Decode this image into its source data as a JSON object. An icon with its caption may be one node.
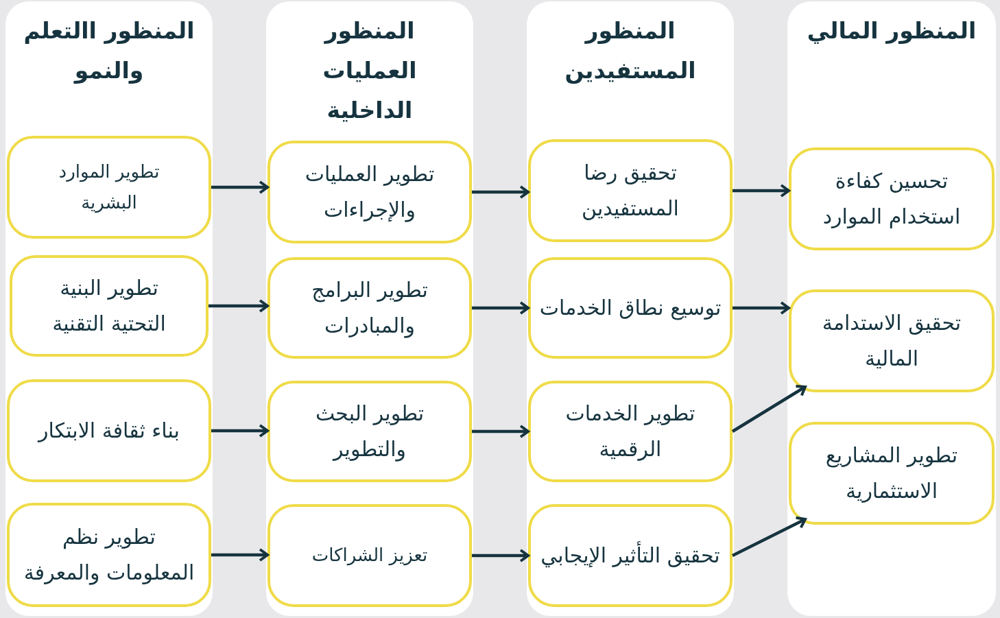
{
  "diagram": {
    "nodes": [
      {
        "text": [
          "المنظور االتعلم والنمو"
        ]
      },
      {
        "text": [
          "تطوير الموارد البشرية"
        ],
        "in": 0
      },
      {
        "text": [
          "تطوير البنية التحتية التقنية"
        ],
        "in": 0
      },
      {
        "text": [
          "بناء ثقافة الابتكار"
        ],
        "in": 0
      },
      {
        "text": [
          "تطوير نظم المعلومات والمعرفة"
        ],
        "in": 0
      },
      {
        "text": [
          "المنظور العمليات الداخلية"
        ]
      },
      {
        "text": [
          "تطوير العمليات والإجراءات"
        ],
        "in": 5
      },
      {
        "text": [
          "تطوير البرامج والمبادرات"
        ],
        "in": 5
      },
      {
        "text": [
          "تطوير البحث والتطوير"
        ],
        "in": 5
      },
      {
        "text": [
          "تعزيز الشراكات"
        ],
        "in": 5
      },
      {
        "text": [
          "المنظور المستفيدين"
        ]
      },
      {
        "text": [
          "تحقيق رضا المستفيدين"
        ],
        "in": 10
      },
      {
        "text": [
          "توسيع نطاق الخدمات"
        ],
        "in": 10
      },
      {
        "text": [
          "تطوير الخدمات الرقمية"
        ],
        "in": 10
      },
      {
        "text": [
          "تحقيق التأثير الإيجابي"
        ],
        "in": 10
      },
      {
        "text": [
          "المنظور المالي"
        ]
      },
      {
        "text": [
          "تحسين كفاءة استخدام الموارد"
        ],
        "in": 15
      },
      {
        "text": [
          "تحقيق الاستدامة المالية"
        ],
        "in": 15
      },
      {
        "text": [
          "تطوير المشاريع الاستثمارية"
        ],
        "in": 15
      }
    ],
    "edges": [
      {
        "from": 1,
        "to": 6,
        "arrow": "to"
      },
      {
        "from": 2,
        "to": 7,
        "arrow": "to"
      },
      {
        "from": 3,
        "to": 8,
        "arrow": "to"
      },
      {
        "from": 4,
        "to": 9,
        "arrow": "to"
      },
      {
        "from": 6,
        "to": 11,
        "arrow": "to"
      },
      {
        "from": 7,
        "to": 12,
        "arrow": "to"
      },
      {
        "from": 8,
        "to": 13,
        "arrow": "to"
      },
      {
        "from": 9,
        "to": 14,
        "arrow": "to"
      },
      {
        "from": 11,
        "to": 16,
        "arrow": "to"
      },
      {
        "from": 12,
        "to": 17,
        "arrow": "to"
      },
      {
        "from": 13,
        "to": 17,
        "arrow": "to"
      },
      {
        "from": 14,
        "to": 18,
        "arrow": "to"
      }
    ]
  }
}
